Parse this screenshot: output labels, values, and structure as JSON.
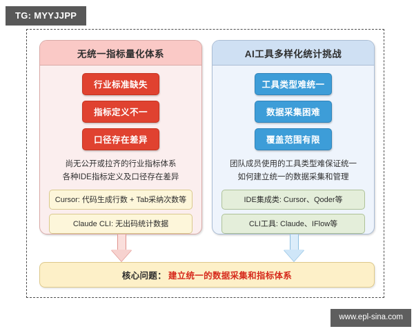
{
  "badge": {
    "label": "TG: MYYJJPP"
  },
  "watermark": {
    "label": "www.epl-sina.com"
  },
  "colors": {
    "red_chip": "#e04230",
    "blue_chip": "#3d9dd8",
    "left_panel_header": "#fac9c6",
    "right_panel_header": "#cfe0f3",
    "cream_note": "#fdf6da",
    "green_note": "#e4eeda",
    "conclusion_bg": "#fdf0c8",
    "conclusion_accent": "#d62a1c",
    "badge_bg": "#585858"
  },
  "panels": [
    {
      "id": "left",
      "title": "无统一指标量化体系",
      "chips": [
        "行业标准缺失",
        "指标定义不一",
        "口径存在差异"
      ],
      "description": [
        "尚无公开或拉齐的行业指标体系",
        "各种IDE指标定义及口径存在差异"
      ],
      "notes": [
        "Cursor: 代码生成行数 + Tab采纳次数等",
        "Claude CLI: 无出码统计数据"
      ]
    },
    {
      "id": "right",
      "title": "AI工具多样化统计挑战",
      "chips": [
        "工具类型难统一",
        "数据采集困难",
        "覆盖范围有限"
      ],
      "description": [
        "团队成员使用的工具类型难保证统一",
        "如何建立统一的数据采集和管理"
      ],
      "notes": [
        "IDE集成类: Cursor、Qoder等",
        "CLI工具: Claude、IFlow等"
      ]
    }
  ],
  "conclusion": {
    "label": "核心问题：",
    "value": "建立统一的数据采集和指标体系"
  }
}
